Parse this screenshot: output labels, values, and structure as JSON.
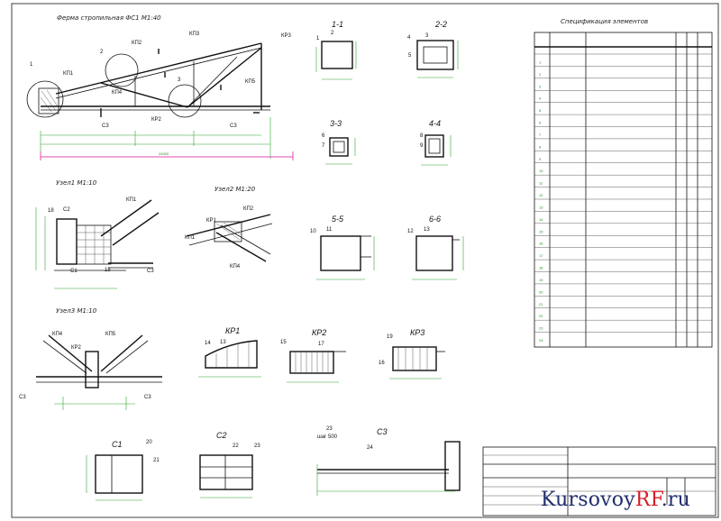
{
  "frame": {
    "main_title": "Ферма стропильная ФС1 М1:40",
    "node1_title": "Узел1 М1:10",
    "node2_title": "Узел2 М1:20",
    "node3_title": "Узел3 М1:10",
    "spec_title": "Спецификация элементов"
  },
  "truss_labels": {
    "n1": "1",
    "n2": "2",
    "n3": "3",
    "kp1": "КП1",
    "kp2": "КП2",
    "kp3": "КП3",
    "kp4": "КП4",
    "kp5": "КП5",
    "kr2": "КР2",
    "kr3": "КР3",
    "c3a": "С3",
    "c3b": "С3"
  },
  "sections": {
    "s11": "1-1",
    "s22": "2-2",
    "s33": "3-3",
    "s44": "4-4",
    "s55": "5-5",
    "s66": "6-6"
  },
  "parts": {
    "kr1": "КР1",
    "kr2": "КР2",
    "kr3": "КР3",
    "c1": "С1",
    "c2": "С2",
    "c3": "С3",
    "shag": "шаг 500"
  },
  "numbers": {
    "p1": "1",
    "p2": "2",
    "p3": "3",
    "p4": "4",
    "p5": "5",
    "p6": "6",
    "p7": "7",
    "p8": "8",
    "p9": "9",
    "p10": "10",
    "p11": "11",
    "p12": "12",
    "p13": "13",
    "p14": "14",
    "p15": "15",
    "p16": "16",
    "p17": "17",
    "p18": "18",
    "p19": "19",
    "p20": "20",
    "p21": "21",
    "p22": "22",
    "p23": "23",
    "p24": "24"
  },
  "node_labels": {
    "n1_kp1": "КП1",
    "n1_c2": "С2",
    "n1_c1": "С1",
    "n1_c3": "С3",
    "n1_18": "18",
    "n2_kp1": "КР1",
    "n2_kp2": "КП2",
    "n2_kp1b": "КП1",
    "n2_kp4": "КП4",
    "n3_kp4": "КП4",
    "n3_kp5": "КП5",
    "n3_kr2": "КР2",
    "n3_c3a": "С3",
    "n3_c3b": "С3"
  },
  "spec_rows": [
    "1",
    "2",
    "3",
    "4",
    "5",
    "6",
    "7",
    "8",
    "9",
    "10",
    "11",
    "12",
    "13",
    "14",
    "15",
    "16",
    "17",
    "18",
    "19",
    "20",
    "21",
    "22",
    "23",
    "24"
  ],
  "watermark": {
    "part1": "Kursovoy",
    "part2": "RF",
    "part3": ".ru",
    "color_main": "#1f2d6e",
    "color_accent": "#d21f2a"
  }
}
